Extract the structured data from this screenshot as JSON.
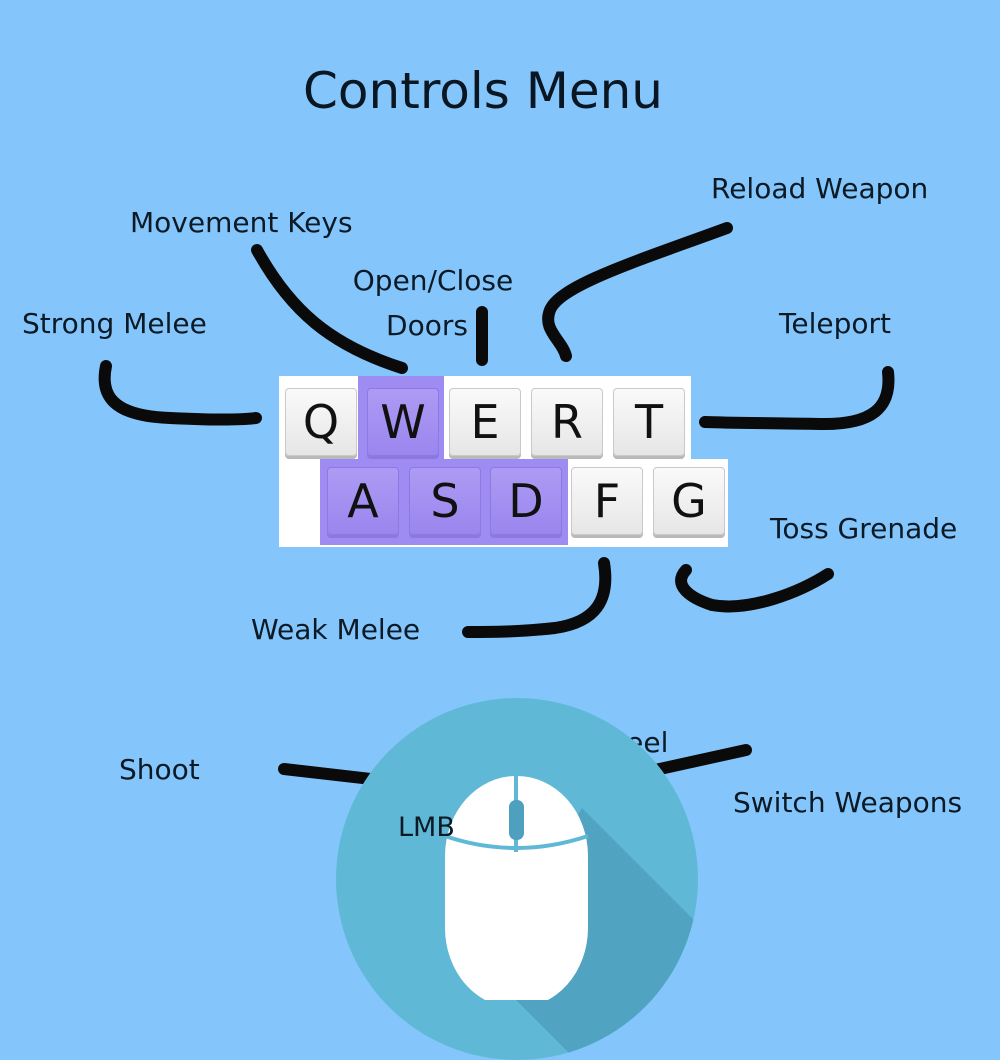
{
  "title": "Controls Menu",
  "labels": {
    "reload": "Reload Weapon",
    "movement": "Movement Keys",
    "open_close_line1": "Open/Close",
    "open_close_line2": "Doors",
    "strong_melee": "Strong Melee",
    "teleport": "Teleport",
    "toss_grenade": "Toss Grenade",
    "weak_melee": "Weak Melee",
    "shoot": "Shoot",
    "scroll_wheel": "ScrollWheel",
    "switch_weapons": "Switch Weapons",
    "lmb": "LMB"
  },
  "keys": {
    "row1": [
      "Q",
      "W",
      "E",
      "R",
      "T"
    ],
    "row2": [
      "A",
      "S",
      "D",
      "F",
      "G"
    ]
  },
  "highlighted_keys": [
    "W",
    "A",
    "S",
    "D"
  ],
  "colors": {
    "background": "#84c6fc",
    "highlight": "#9f8cf2",
    "mouse_circle": "#5fb9d6",
    "lines": "#0a0a0a"
  }
}
